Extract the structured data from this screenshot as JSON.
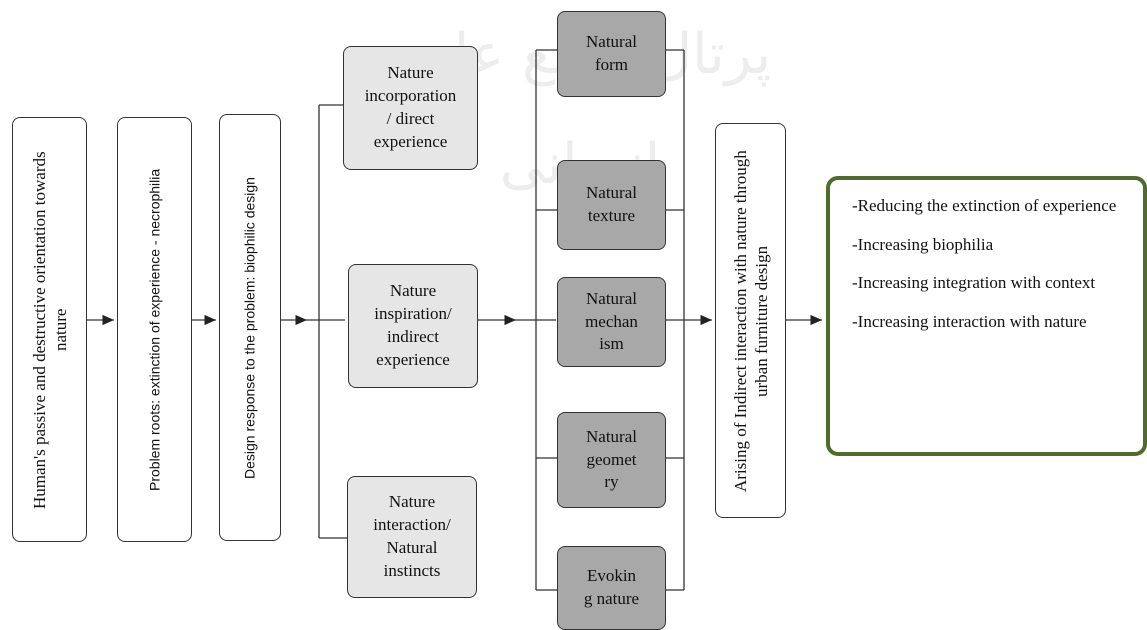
{
  "watermark": "پرتال جامع علوم انسانی",
  "chain": {
    "orientation": "Human's passive and destructive orientation towards nature",
    "roots": "Problem roots: extinction of experience - necrophilia",
    "response": "Design response to the problem: biophilic design",
    "arising": "Arising of Indirect interaction with nature through urban furniture design"
  },
  "categories": [
    {
      "label": "Nature\nincorporation\n/ direct\nexperience"
    },
    {
      "label": "Nature\ninspiration/\nindirect\nexperience"
    },
    {
      "label": "Nature\ninteraction/\nNatural\ninstincts"
    }
  ],
  "aspects": [
    {
      "label": "Natural\nform"
    },
    {
      "label": "Natural\ntexture"
    },
    {
      "label": "Natural\nmechan\nism"
    },
    {
      "label": "Natural\ngeomet\nry"
    },
    {
      "label": "Evokin\ng nature"
    }
  ],
  "outcomes": [
    "-Reducing the extinction of experience",
    "-Increasing biophilia",
    "-Increasing integration with context",
    "-Increasing interaction with nature"
  ],
  "colors": {
    "light_box": "#e6e6e6",
    "dark_box": "#a8a8a8",
    "outcome_border": "#4f6b2d",
    "line": "#333333"
  }
}
